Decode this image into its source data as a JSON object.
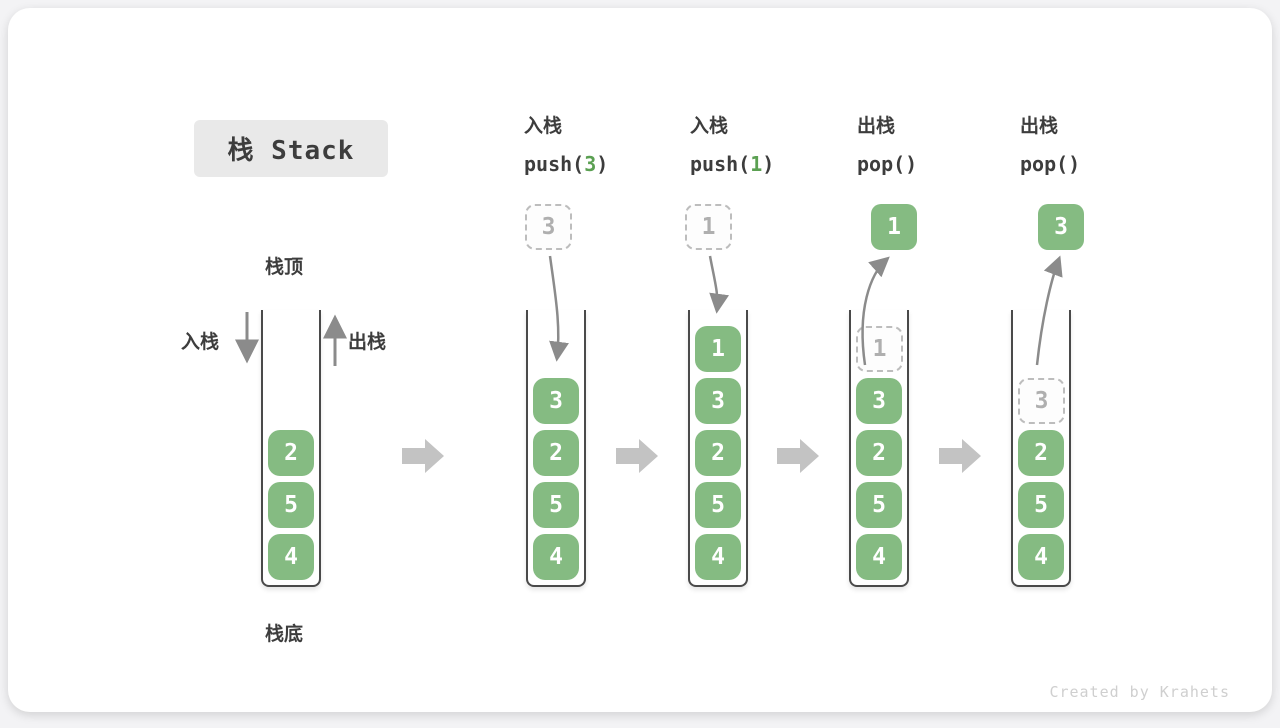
{
  "title": "栈 Stack",
  "watermark": "Created by Krahets",
  "side_labels": {
    "top": "栈顶",
    "bottom": "栈底",
    "push": "入栈",
    "pop": "出栈"
  },
  "colors": {
    "element_green": "#85BB82",
    "element_text": "#FFFFFF",
    "code_arg_green": "#5BA052",
    "ghost_border": "#BDBDBD",
    "ghost_text": "#AFAFAF",
    "curve_arrow": "#8B8B8B",
    "flow_arrow": "#C3C3C3",
    "title_badge_bg": "#E9E9E9",
    "text": "#3D3D3D",
    "container_wall": "#4A4A4A",
    "watermark": "#CFCFCF"
  },
  "steps": [
    {
      "name": "initial",
      "stack": [
        "2",
        "5",
        "4"
      ]
    },
    {
      "name": "push-3",
      "op_cn": "入栈",
      "op_pre": "push(",
      "op_arg": "3",
      "op_post": ")",
      "float_value": "3",
      "stack": [
        "3",
        "2",
        "5",
        "4"
      ]
    },
    {
      "name": "push-1",
      "op_cn": "入栈",
      "op_pre": "push(",
      "op_arg": "1",
      "op_post": ")",
      "float_value": "1",
      "stack": [
        "1",
        "3",
        "2",
        "5",
        "4"
      ]
    },
    {
      "name": "pop-1",
      "op_cn": "出栈",
      "op_pre": "pop(",
      "op_arg": "",
      "op_post": ")",
      "float_value": "1",
      "ghost": "1",
      "stack": [
        "3",
        "2",
        "5",
        "4"
      ]
    },
    {
      "name": "pop-3",
      "op_cn": "出栈",
      "op_pre": "pop(",
      "op_arg": "",
      "op_post": ")",
      "float_value": "3",
      "ghost": "3",
      "stack": [
        "2",
        "5",
        "4"
      ]
    }
  ]
}
